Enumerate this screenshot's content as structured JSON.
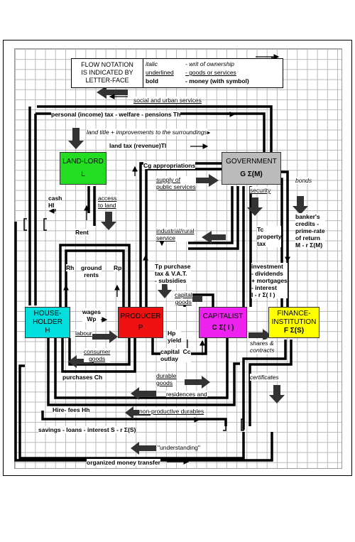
{
  "legend": {
    "title": "FLOW NOTATION\nIS INDICATED BY\nLETTER-FACE",
    "row1_key": "italic",
    "row1_desc": "- writ of ownership",
    "row2_key": "underlined",
    "row2_desc": "- goods or services",
    "row3_key": "bold",
    "row3_desc": "- money (with symbol)"
  },
  "nodes": {
    "landlord": {
      "name": "LAND-LORD",
      "symbol": "L",
      "color": "#22dd22"
    },
    "government": {
      "name": "GOVERNMENT",
      "symbol": "G  Σ(M)",
      "color": "#bbbbbb"
    },
    "householder": {
      "name": "HOUSE-\nHOLDER",
      "symbol": "H",
      "color": "#00dddd"
    },
    "producer": {
      "name": "PRODUCER",
      "symbol": "P",
      "color": "#ee1111"
    },
    "capitalist": {
      "name": "CAPITALIST",
      "symbol": "C  Σ( I )",
      "color": "#ee22ee"
    },
    "finance": {
      "name": "FINANCE-\nINSTITUTION",
      "symbol": "F  Σ(S)",
      "color": "#ffff00"
    }
  },
  "flows": {
    "social_services": "social and urban services",
    "personal_tax": "personal (income) tax - welfare - pensions  Th",
    "land_title": "land title + improvements to the surroundings",
    "land_tax": "land tax (revenue)Tl",
    "cg": "Cg  appropriations",
    "supply": "supply of\npublic services",
    "security": "security",
    "bonds": "bonds",
    "bankers": "banker's\ncredits -\nprime-rate\nof return\nM - r Σ(M)",
    "cash": "cash\nHl",
    "access": "access\nto land",
    "rent": "Rent",
    "industrial": "industrial/rural\nservice",
    "tc": "Tc\nproperty\ntax",
    "rh": "Rh",
    "ground_rents": "ground\nrents",
    "rp": "Rp",
    "tp": "Tp purchase\ntax & V.A.T.\n- subsidies",
    "investment": "investment\n- dividends\n+ mortgages\n- interest\nI - r Σ( I )",
    "capital_goods": "capital\ngoods",
    "wages": "wages\nWp",
    "labour": "labour",
    "hp": "Hp\nyield",
    "shares": "shares &\ncontracts",
    "capital_outlay": "capital  Cc\noutlay",
    "consumer_goods": "consumer\ngoods",
    "purchases": "purchases  Ch",
    "durable_goods": "durable\ngoods",
    "certificates": "certificates",
    "residences": "residences and",
    "hire_fees": "Hire- fees  Hh",
    "nonproductive": "non-productive durables",
    "savings": "savings - loans - interest  S - r Σ(S)",
    "understanding": "\"understanding\"",
    "organized": "organized money transfer"
  }
}
